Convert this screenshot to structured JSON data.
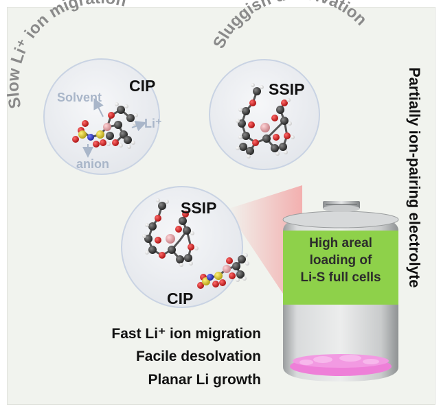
{
  "top_left": {
    "arc_title": "Slow Li⁺ ion migration",
    "pair_label": "CIP",
    "solvent_label": "Solvent",
    "li_label": "Li⁺",
    "anion_label": "anion"
  },
  "top_right": {
    "arc_title": "Sluggish desolvation",
    "pair_label": "SSIP"
  },
  "middle": {
    "ssip_label": "SSIP",
    "cip_label": "CIP"
  },
  "battery": {
    "label_line1": "High areal",
    "label_line2": "loading of",
    "label_line3": "Li-S full cells"
  },
  "benefits": [
    "Fast Li⁺ ion migration",
    "Facile desolvation",
    "Planar Li growth"
  ],
  "side_title": "Partially ion-pairing electrolyte",
  "colors": {
    "background": "#f1f3ee",
    "circle_fill": "#e9ebef",
    "circle_stroke": "#c9d3e3",
    "arrow_label": "#a9b6c9",
    "arc_text": "#8a8a8a",
    "battery_label": "#8ed14a",
    "lithium_layer": "#ee7fd8",
    "oxygen": "#d01c1c",
    "carbon": "#3a3a3a",
    "hydrogen": "#f2f2f2",
    "lithium": "#e4a2a6",
    "sulfur": "#d6c21f",
    "nitrogen": "#2a34c8"
  }
}
